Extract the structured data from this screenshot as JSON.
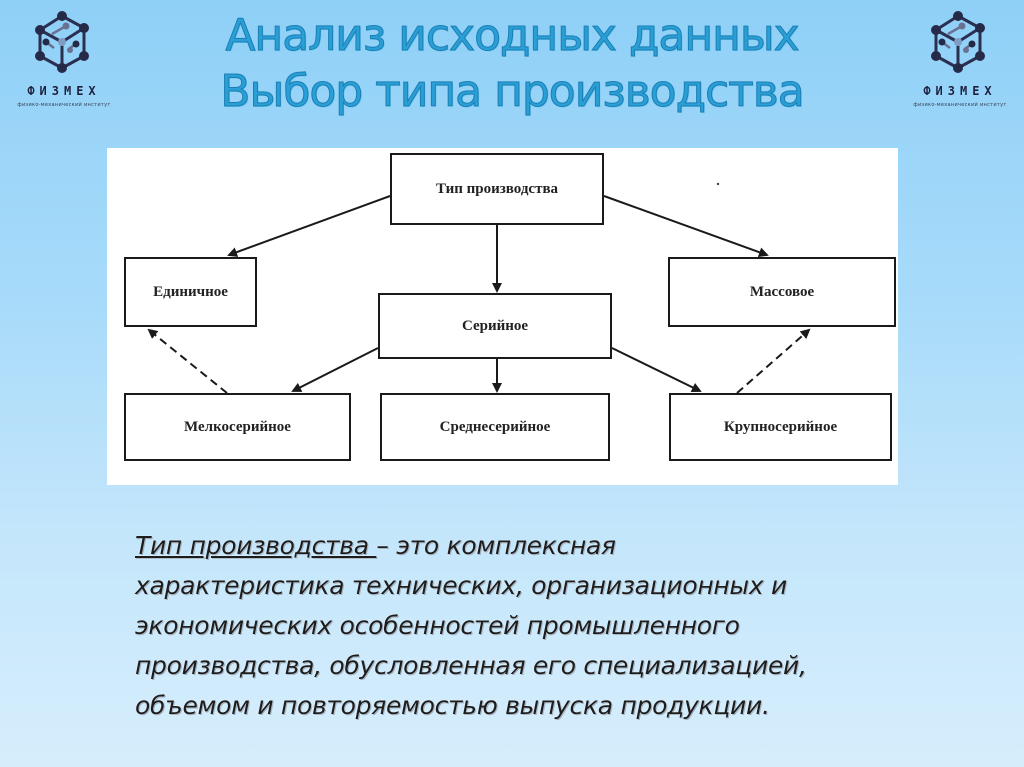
{
  "slide": {
    "title_line1": "Анализ исходных данных",
    "title_line2": "Выбор типа производства",
    "colors": {
      "background_top": "#8fd0f7",
      "background_bottom": "#d6eefc",
      "title": "#2a9fd6",
      "logo_dark": "#1e2240"
    }
  },
  "logos": {
    "left": {
      "brand": "ФИЗМЕХ",
      "subtitle": "физико-механический институт",
      "icon": "molecule-cube-icon"
    },
    "right": {
      "brand": "ФИЗМЕХ",
      "subtitle": "физико-механический институт",
      "icon": "molecule-cube-icon"
    }
  },
  "diagram": {
    "root": "Тип производства",
    "level1": {
      "single": "Единичное",
      "serial": "Серийное",
      "mass": "Массовое"
    },
    "level2": {
      "small_batch": "Мелкосерийное",
      "medium_batch": "Среднесерийное",
      "large_batch": "Крупносерийное"
    },
    "edges": [
      {
        "from": "Тип производства",
        "to": "Единичное",
        "style": "solid"
      },
      {
        "from": "Тип производства",
        "to": "Серийное",
        "style": "solid"
      },
      {
        "from": "Тип производства",
        "to": "Массовое",
        "style": "solid"
      },
      {
        "from": "Серийное",
        "to": "Мелкосерийное",
        "style": "solid"
      },
      {
        "from": "Серийное",
        "to": "Среднесерийное",
        "style": "solid"
      },
      {
        "from": "Серийное",
        "to": "Крупносерийное",
        "style": "solid"
      },
      {
        "from": "Мелкосерийное",
        "to": "Единичное",
        "style": "dashed"
      },
      {
        "from": "Крупносерийное",
        "to": "Массовое",
        "style": "dashed"
      }
    ]
  },
  "definition": {
    "term": "Тип производства ",
    "line1_rest": "– это комплексная",
    "line2": "характеристика технических, организационных и",
    "line3": "экономических особенностей промышленного",
    "line4": "производства, обусловленная его специализацией,",
    "line5": "объемом и повторяемостью выпуска продукции."
  }
}
